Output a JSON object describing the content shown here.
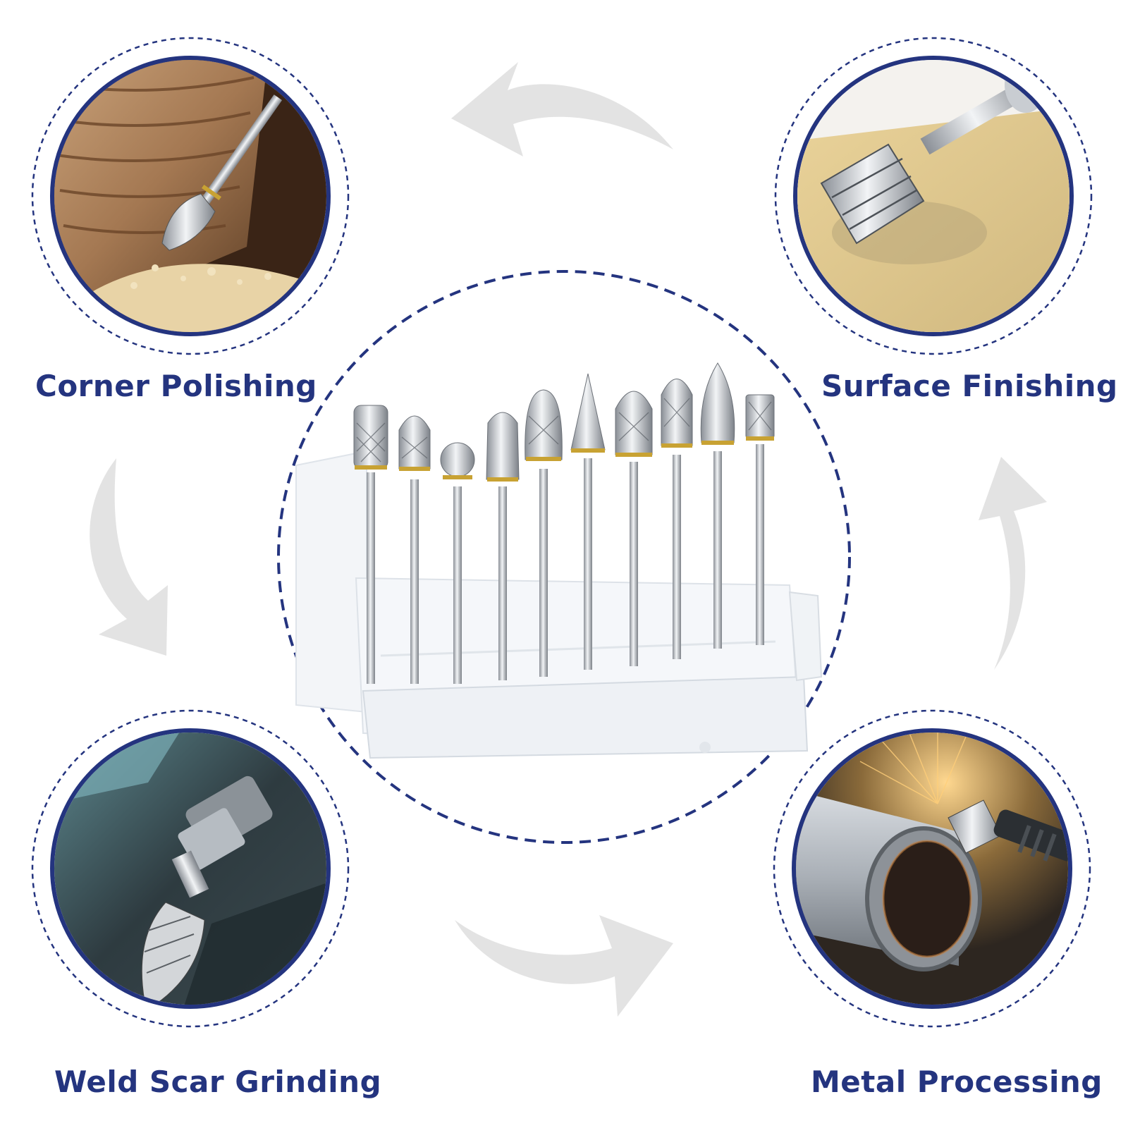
{
  "labels": {
    "top_left": "Corner Polishing",
    "top_right": "Surface Finishing",
    "bottom_left": "Weld Scar Grinding",
    "bottom_right": "Metal Processing"
  },
  "colors": {
    "ring": "#24347f",
    "dash": "#24347f",
    "arrow": "#e3e3e3",
    "label": "#24347f"
  },
  "icons": {
    "center": "carbide-burr-set-in-case",
    "top_left": "wood-corner-polishing-photo",
    "top_right": "surface-finishing-photo",
    "bottom_left": "weld-grinding-photo",
    "bottom_right": "metal-pipe-processing-photo"
  },
  "burr_count": 10
}
